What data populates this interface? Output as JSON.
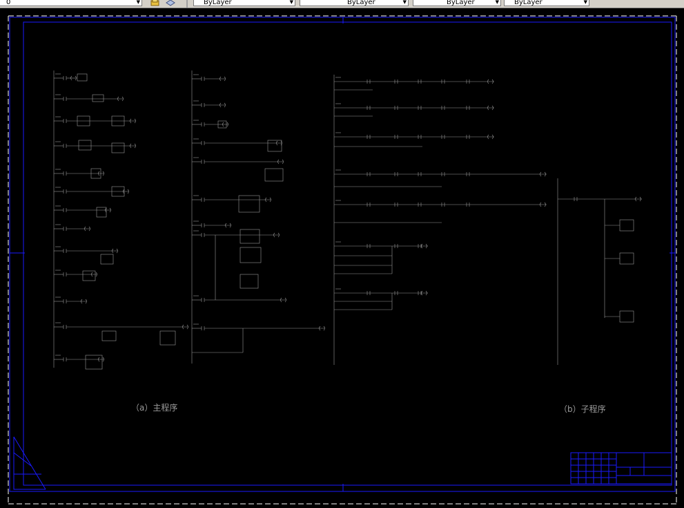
{
  "toolbar": {
    "first_combo": "0",
    "color_combo": "ByLayer",
    "linetype_combo": "ByLayer",
    "lineweight_combo": "ByLayer",
    "plotstyle_combo": "ByLayer"
  },
  "drawing": {
    "caption_main": "（a）主程序",
    "caption_sub": "（b）子程序"
  },
  "title_block": {
    "drawing_name": "",
    "mark": ""
  },
  "colors": {
    "background": "#000000",
    "frame": "#1a1aff",
    "ladder": "#9a9a9a",
    "mark": "#ff2020"
  }
}
